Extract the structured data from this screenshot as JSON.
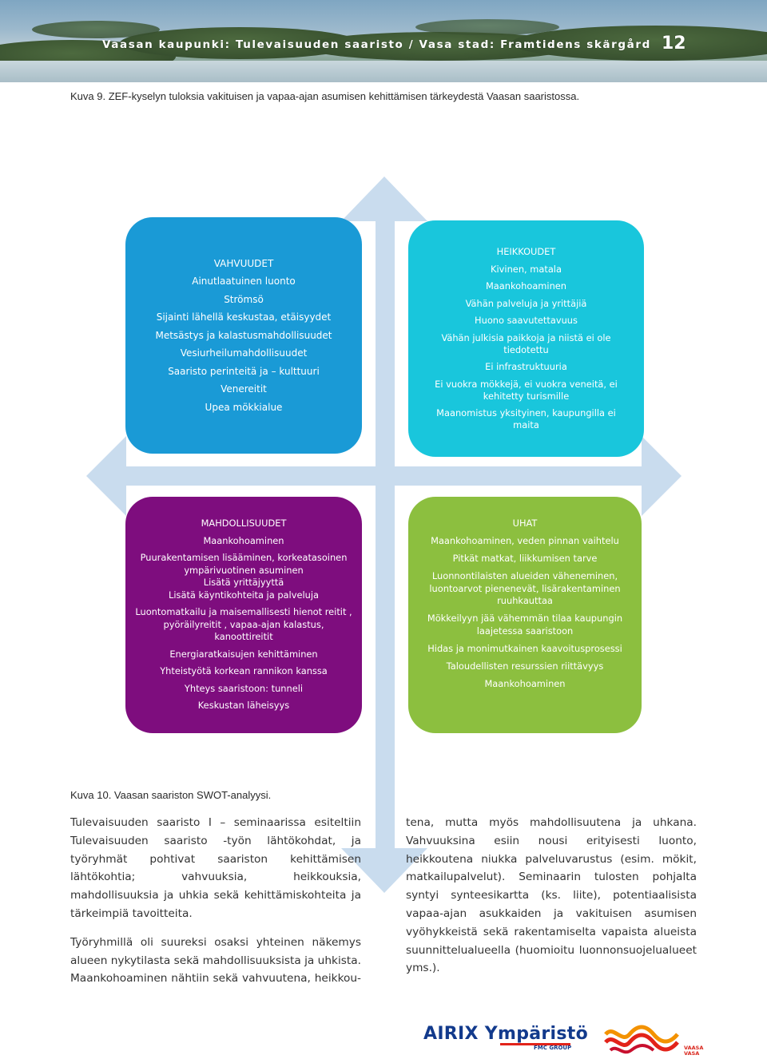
{
  "header": {
    "title": "Vaasan kaupunki: Tulevaisuuden saaristo / Vasa stad: Framtidens skärgård",
    "page_number": "12"
  },
  "figure9_caption": "Kuva 9.  ZEF-kyselyn tuloksia vakituisen ja  vapaa-ajan asumisen kehittämisen tärkeydestä Vaasan saaristossa.",
  "swot": {
    "strengths": {
      "color": "#1a9ad6",
      "items": [
        "VAHVUUDET",
        "Ainutlaatuinen luonto",
        "Strömsö",
        "Sijainti lähellä keskustaa, etäisyydet",
        "Metsästys ja kalastusmahdollisuudet",
        "Vesiurheilumahdollisuudet",
        "Saaristo perinteitä ja – kulttuuri",
        "Venereitit",
        "Upea mökkialue"
      ]
    },
    "weaknesses": {
      "color": "#19c6dc",
      "items": [
        "HEIKKOUDET",
        "Kivinen, matala",
        "Maankohoaminen",
        "Vähän palveluja ja yrittäjiä",
        "Huono saavutettavuus",
        "Vähän julkisia paikkoja ja niistä ei ole tiedotettu",
        "Ei infrastruktuuria",
        "Ei vuokra mökkejä, ei vuokra veneitä, ei kehitetty turismille",
        "Maanomistus yksityinen, kaupungilla ei maita"
      ]
    },
    "opportunities": {
      "color": "#7e0d7e",
      "items": [
        "MAHDOLLISUUDET",
        "Maankohoaminen",
        "Puurakentamisen lisääminen, korkeatasoinen ympärivuotinen asuminen",
        "Lisätä yrittäjyyttä",
        "Lisätä käyntikohteita ja palveluja",
        "Luontomatkailu ja maisemallisesti hienot reitit , pyöräilyreitit , vapaa-ajan kalastus, kanoottireitit",
        "Energiaratkaisujen kehittäminen",
        "Yhteistyötä korkean rannikon kanssa",
        "Yhteys saaristoon: tunneli",
        "Keskustan läheisyys"
      ]
    },
    "threats": {
      "color": "#8cbf3f",
      "items": [
        "UHAT",
        "Maankohoaminen, veden pinnan vaihtelu",
        "Pitkät matkat, liikkumisen tarve",
        "Luonnontilaisten alueiden väheneminen, luontoarvot pienenevät, lisärakentaminen ruuhkauttaa",
        "Mökkeilyyn jää vähemmän tilaa kaupungin laajetessa saaristoon",
        "Hidas ja monimutkainen kaavoitusprosessi",
        "Taloudellisten resurssien riittävyys",
        "Maankohoaminen"
      ]
    },
    "arrow_color": "#c9dcee"
  },
  "figure10_caption": "Kuva 10. Vaasan saariston SWOT-analyysi.",
  "body": {
    "col1": [
      "Tulevaisuuden saaristo I – seminaarissa esiteltiin Tulevaisuuden saaristo -työn lähtökohdat, ja työryhmät pohtivat saariston kehittämisen lähtökohtia; vahvuuksia, heikkouksia, mahdollisuuksia ja uhkia sekä kehittämiskohteita ja tärkeimpiä tavoitteita.",
      "Työryhmillä oli suureksi osaksi yhteinen näkemys alueen nykytilasta sekä mahdollisuuksista ja uhkista. Maankohoaminen nähtiin sekä vahvuutena, heikkou-"
    ],
    "col2": [
      "tena, mutta myös mahdollisuutena ja uhkana. Vahvuuksina esiin nousi erityisesti luonto, heikkoutena niukka palveluvarustus (esim. mökit, matkailupalvelut). Seminaarin tulosten pohjalta syntyi synteesikartta (ks. liite), potentiaalisista vapaa-ajan asukkaiden ja vakituisen asumisen vyöhykkeistä sekä rakentamiselta vapaista alueista suunnittelualueella (huomioitu luonnonsuojelualueet yms.)."
    ]
  },
  "logos": {
    "airix_name": "AIRIX Ympäristö",
    "airix_sub": "FMC GROUP",
    "vaasa_line1": "VAASA",
    "vaasa_line2": "VASA"
  }
}
